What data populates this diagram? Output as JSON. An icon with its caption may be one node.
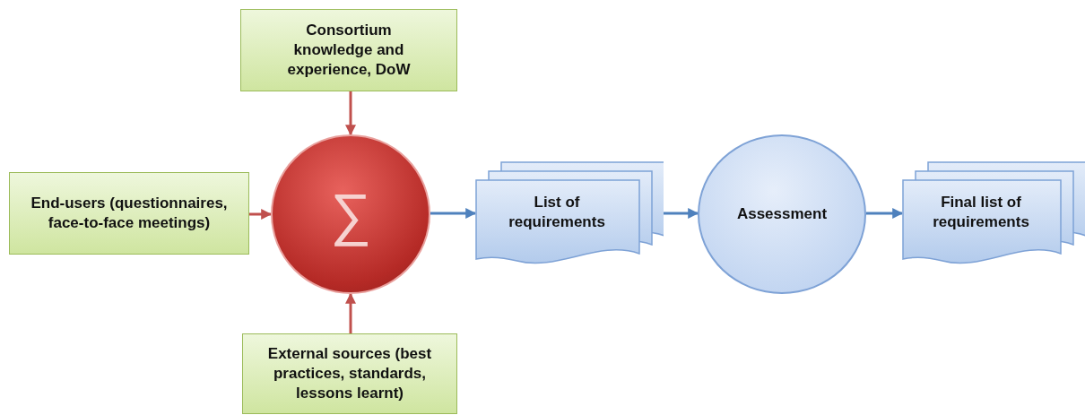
{
  "diagram": {
    "nodes": [
      {
        "text": [
          "Consortium knowledge and experience, DoW"
        ]
      },
      {
        "text": [
          "End-users (questionnaires, face-to-face meetings)"
        ]
      },
      {
        "text": [
          "∑"
        ]
      },
      {
        "text": [
          "External sources (best practices, standards, lessons learnt)"
        ]
      },
      {
        "text": [
          "List of requirements"
        ]
      },
      {
        "text": [
          "Assessment"
        ]
      },
      {
        "text": [
          "Final list of requirements"
        ]
      }
    ],
    "edges": [
      {
        "from": 0,
        "to": 2,
        "arrow": "to",
        "color": "#c0504d"
      },
      {
        "from": 1,
        "to": 2,
        "arrow": "to",
        "color": "#c0504d"
      },
      {
        "from": 3,
        "to": 2,
        "arrow": "to",
        "color": "#c0504d"
      },
      {
        "from": 2,
        "to": 4,
        "arrow": "to",
        "color": "#4f81bd"
      },
      {
        "from": 4,
        "to": 5,
        "arrow": "to",
        "color": "#4f81bd"
      },
      {
        "from": 5,
        "to": 6,
        "arrow": "to",
        "color": "#4f81bd"
      }
    ]
  }
}
